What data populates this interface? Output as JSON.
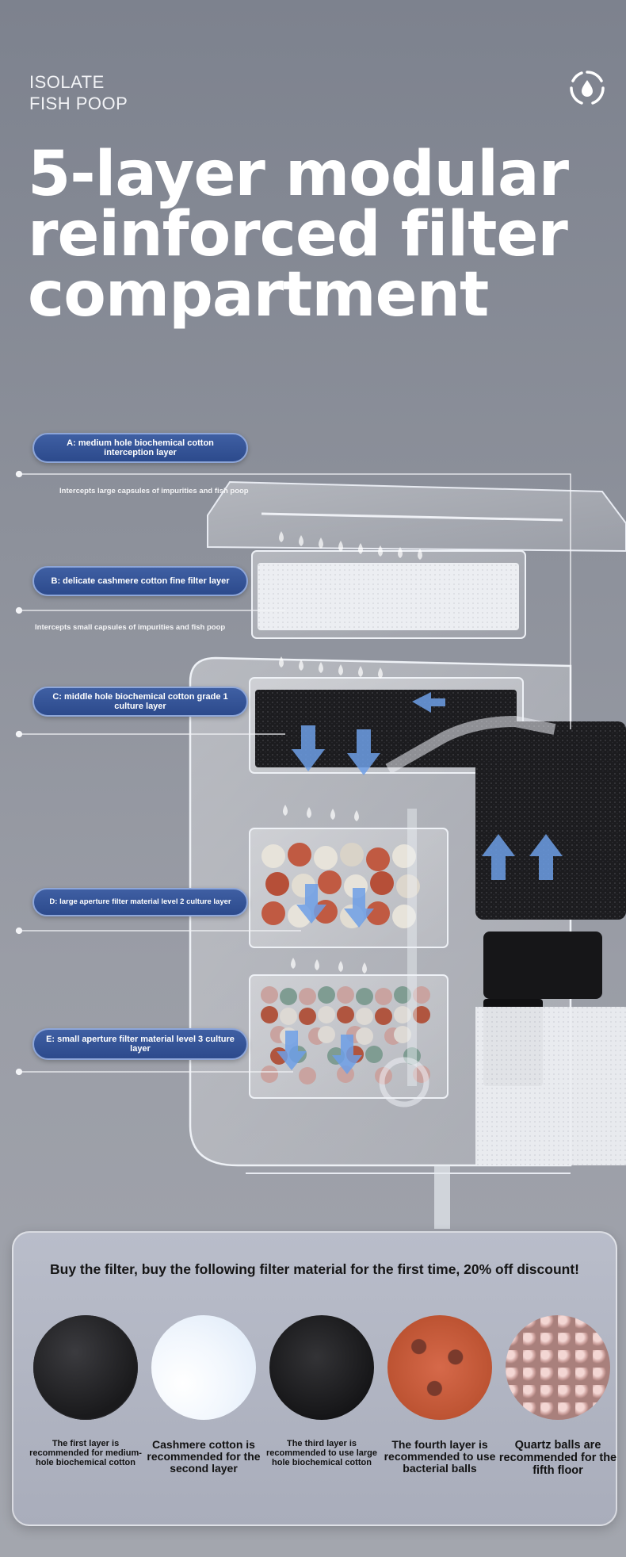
{
  "header": {
    "eyebrow_line1": "ISOLATE",
    "eyebrow_line2": "FISH POOP",
    "icon": "water-drop-icon"
  },
  "headline": {
    "line1": "5-layer modular",
    "line2": "reinforced filter",
    "line3": "compartment"
  },
  "layers": [
    {
      "label": "A: medium hole biochemical cotton interception layer",
      "note": "Intercepts large capsules of impurities and fish poop"
    },
    {
      "label": "B: delicate cashmere cotton fine filter layer",
      "note": "Intercepts small capsules of impurities and fish poop"
    },
    {
      "label": "C: middle hole biochemical cotton grade 1 culture layer",
      "note": ""
    },
    {
      "label": "D: large aperture filter material level 2 culture layer",
      "note": ""
    },
    {
      "label": "E: small aperture filter material level 3 culture layer",
      "note": ""
    }
  ],
  "offer": {
    "title": "Buy the filter, buy the following filter material for the first time, 20% off discount!",
    "materials": [
      {
        "caption": "The first layer is recommended for medium-hole biochemical cotton",
        "icon": "black-foam-icon"
      },
      {
        "caption": "Cashmere cotton is recommended for the second layer",
        "icon": "white-cotton-icon"
      },
      {
        "caption": "The third layer is recommended to use large hole biochemical cotton",
        "icon": "black-sponge-icon"
      },
      {
        "caption": "The fourth layer is recommended to use bacterial balls",
        "icon": "ceramic-rings-icon"
      },
      {
        "caption": "Quartz balls are recommended for the fifth floor",
        "icon": "quartz-balls-icon"
      }
    ]
  },
  "colors": {
    "background": "#8d919b",
    "pill": "#2f4d8f",
    "pill_border": "#8ea6d8",
    "flow_arrow": "#6d9fe6"
  }
}
